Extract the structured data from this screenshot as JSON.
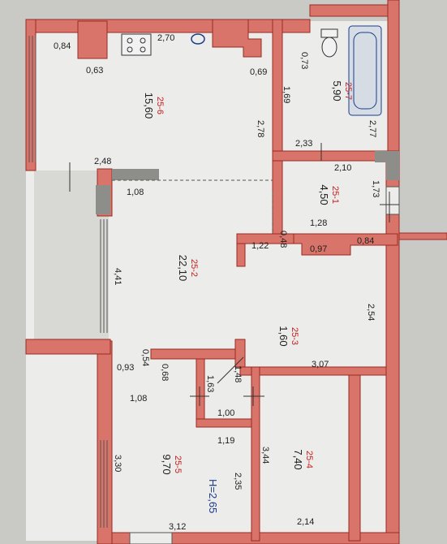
{
  "rooms": [
    {
      "id": "25-6",
      "area": "15,60"
    },
    {
      "id": "25-7",
      "area": "5,90"
    },
    {
      "id": "25-1",
      "area": "4,50"
    },
    {
      "id": "25-2",
      "area": "22,10"
    },
    {
      "id": "25-3",
      "area": "1,60"
    },
    {
      "id": "25-4",
      "area": "7,40"
    },
    {
      "id": "25-5",
      "area": "9,70"
    }
  ],
  "dimensions": [
    "0,84",
    "2,70",
    "0,63",
    "0,69",
    "0,73",
    "1,69",
    "2,78",
    "2,33",
    "2,77",
    "2,48",
    "2,10",
    "1,08",
    "1,73",
    "1,28",
    "1,22",
    "0,48",
    "0,97",
    "0,84",
    "4,41",
    "2,54",
    "0,54",
    "0,93",
    "3,07",
    "0,68",
    "1,63",
    "1,48",
    "1,08",
    "1,00",
    "1,19",
    "3,44",
    "3,30",
    "2,35",
    "3,12",
    "2,14"
  ],
  "ceiling_height": "H=2,65",
  "colors": {
    "wall": "#d9746a",
    "wall_stroke": "#9b2a22",
    "floor": "#ececea",
    "paper": "#c9c9c6",
    "blue": "#1a3a8f",
    "red_text": "#c21e1e"
  }
}
